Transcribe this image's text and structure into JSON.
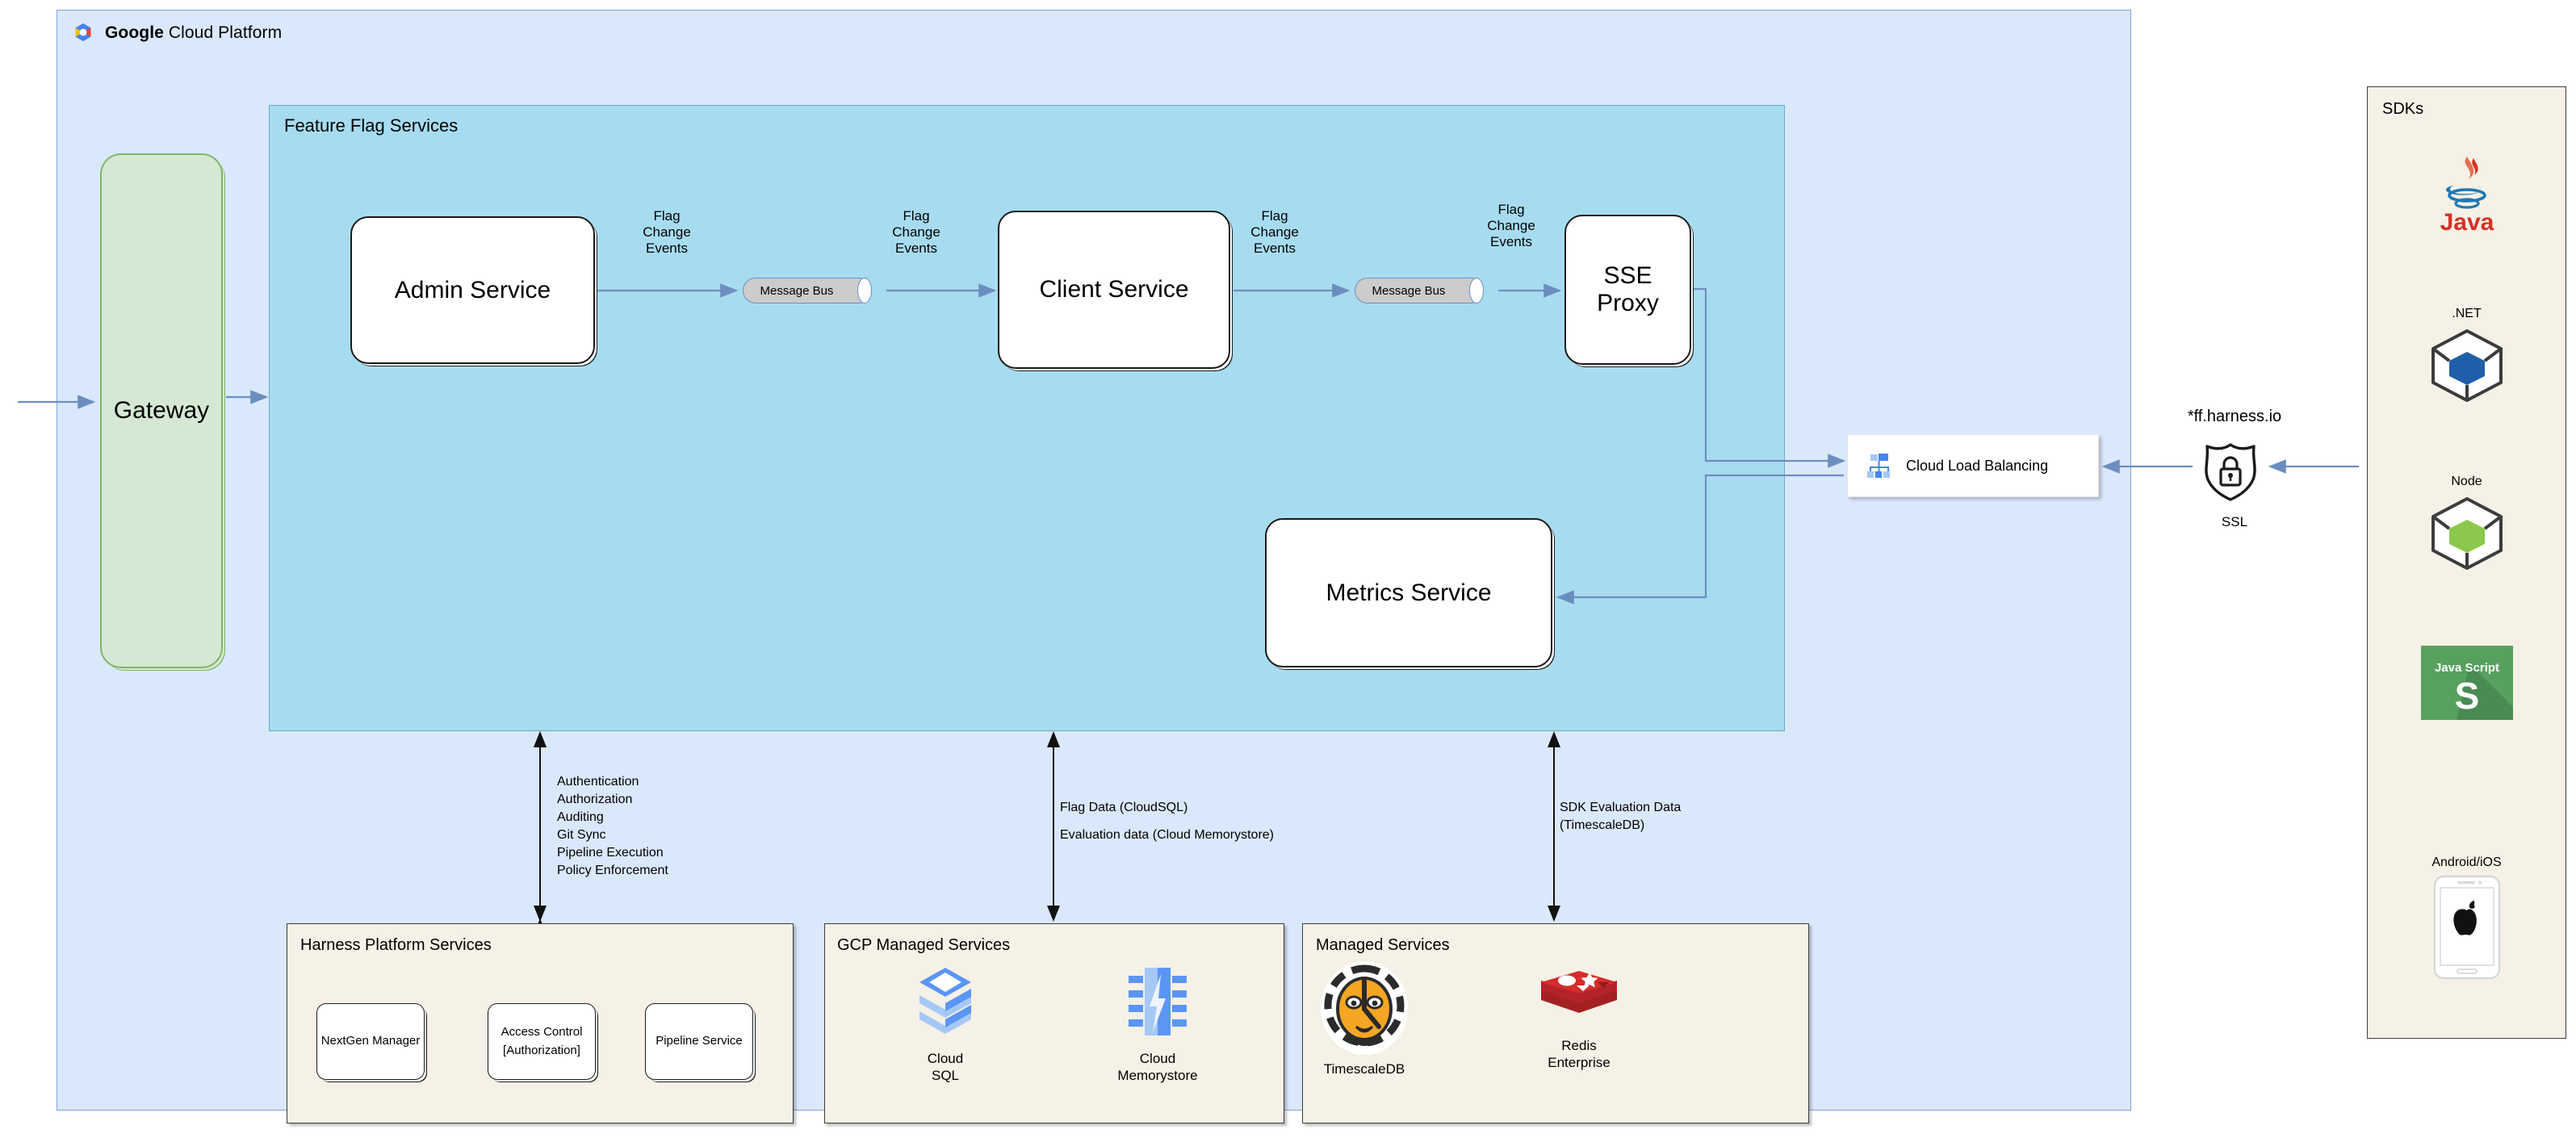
{
  "gcp": {
    "title_bold": "Google",
    "title_rest": " Cloud Platform",
    "logo_icon": "google-cloud-logo-icon"
  },
  "feature_flag_services": {
    "title": "Feature Flag Services",
    "services": {
      "admin": "Admin Service",
      "client": "Client Service",
      "sse_proxy": "SSE\nProxy",
      "sse_proxy_line1": "SSE",
      "sse_proxy_line2": "Proxy",
      "metrics": "Metrics Service"
    },
    "message_bus_label": "Message Bus",
    "flag_change_label_line1": "Flag",
    "flag_change_label_line2": "Change",
    "flag_change_label_line3": "Events"
  },
  "gateway": {
    "label": "Gateway"
  },
  "load_balancing": {
    "label": "Cloud Load Balancing",
    "icon": "cloud-load-balancing-icon"
  },
  "edge": {
    "domain": "*ff.harness.io",
    "ssl_label": "SSL",
    "ssl_icon": "ssl-shield-lock-icon"
  },
  "sdks": {
    "title": "SDKs",
    "items": [
      {
        "name": "Java",
        "icon": "java-logo-icon",
        "label_position": "below"
      },
      {
        "name": ".NET",
        "icon": "dotnet-cube-icon",
        "label_position": "above"
      },
      {
        "name": "Node",
        "icon": "node-cube-icon",
        "label_position": "above"
      },
      {
        "name": "",
        "icon": "javascript-logo-icon",
        "label_position": "none"
      },
      {
        "name": "Android/iOS",
        "icon": "mobile-apple-icon",
        "label_position": "above"
      }
    ]
  },
  "annotations": {
    "platform": [
      "Authentication",
      "Authorization",
      "Auditing",
      "Git Sync",
      "Pipeline Execution",
      "Policy Enforcement"
    ],
    "data_line1": "Flag Data (CloudSQL)",
    "data_line2": "Evaluation data (Cloud Memorystore)",
    "sdk_line1": "SDK Evaluation Data",
    "sdk_line2": "(TimescaleDB)"
  },
  "bottom_panels": {
    "harness": {
      "title": "Harness Platform Services",
      "boxes": [
        {
          "label": "NextGen Manager"
        },
        {
          "label": "Access Control\n[Authorization]",
          "line1": "Access Control",
          "line2": "[Authorization]"
        },
        {
          "label": "Pipeline Service"
        }
      ]
    },
    "gcp_managed": {
      "title": "GCP Managed Services",
      "items": [
        {
          "line1": "Cloud",
          "line2": "SQL",
          "icon": "cloud-sql-icon"
        },
        {
          "line1": "Cloud",
          "line2": "Memorystore",
          "icon": "cloud-memorystore-icon"
        }
      ]
    },
    "managed": {
      "title": "Managed Services",
      "items": [
        {
          "line1": "TimescaleDB",
          "line2": "",
          "icon": "timescaledb-tiger-icon"
        },
        {
          "line1": "Redis",
          "line2": "Enterprise",
          "icon": "redis-logo-icon"
        }
      ]
    }
  },
  "colors": {
    "gcp_panel": "#dae8fc",
    "ffs_panel": "#a7dcf0",
    "gateway": "#d5e8d4",
    "subpanel": "#f5f1e6",
    "arrow": "#6c8ebf",
    "message_bus": "#cccccc"
  }
}
